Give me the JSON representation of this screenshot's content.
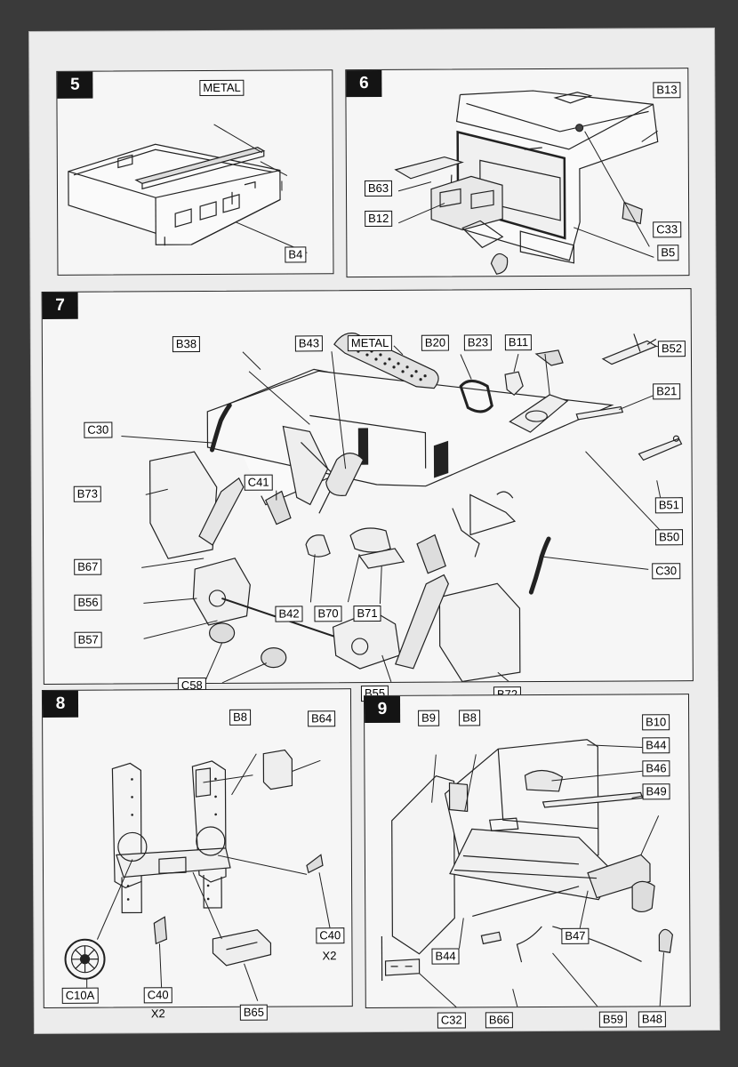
{
  "steps": {
    "s5": {
      "number": "5",
      "labels": {
        "metal": "METAL",
        "b4": "B4"
      }
    },
    "s6": {
      "number": "6",
      "labels": {
        "b13": "B13",
        "b63": "B63",
        "b12": "B12",
        "c33": "C33",
        "b5": "B5"
      }
    },
    "s7": {
      "number": "7",
      "labels": {
        "b38": "B38",
        "b43": "B43",
        "metal": "METAL",
        "b20": "B20",
        "b23": "B23",
        "b11": "B11",
        "b52": "B52",
        "b21": "B21",
        "c30a": "C30",
        "b73": "B73",
        "c41": "C41",
        "b51": "B51",
        "b50": "B50",
        "b67": "B67",
        "c30b": "C30",
        "b56": "B56",
        "b42": "B42",
        "b70": "B70",
        "b71": "B71",
        "b57": "B57",
        "c58": "C58",
        "b55": "B55",
        "b72": "B72"
      }
    },
    "s8": {
      "number": "8",
      "labels": {
        "b8": "B8",
        "b64": "B64",
        "c40a": "C40",
        "c10a": "C10A",
        "c40b": "C40",
        "b65": "B65"
      },
      "notes": {
        "x2a": "X2",
        "x2b": "X2"
      }
    },
    "s9": {
      "number": "9",
      "labels": {
        "b9": "B9",
        "b8": "B8",
        "b10": "B10",
        "b44a": "B44",
        "b46": "B46",
        "b49": "B49",
        "b47": "B47",
        "b44b": "B44",
        "c32": "C32",
        "b66": "B66",
        "b59": "B59",
        "b48": "B48"
      }
    }
  }
}
